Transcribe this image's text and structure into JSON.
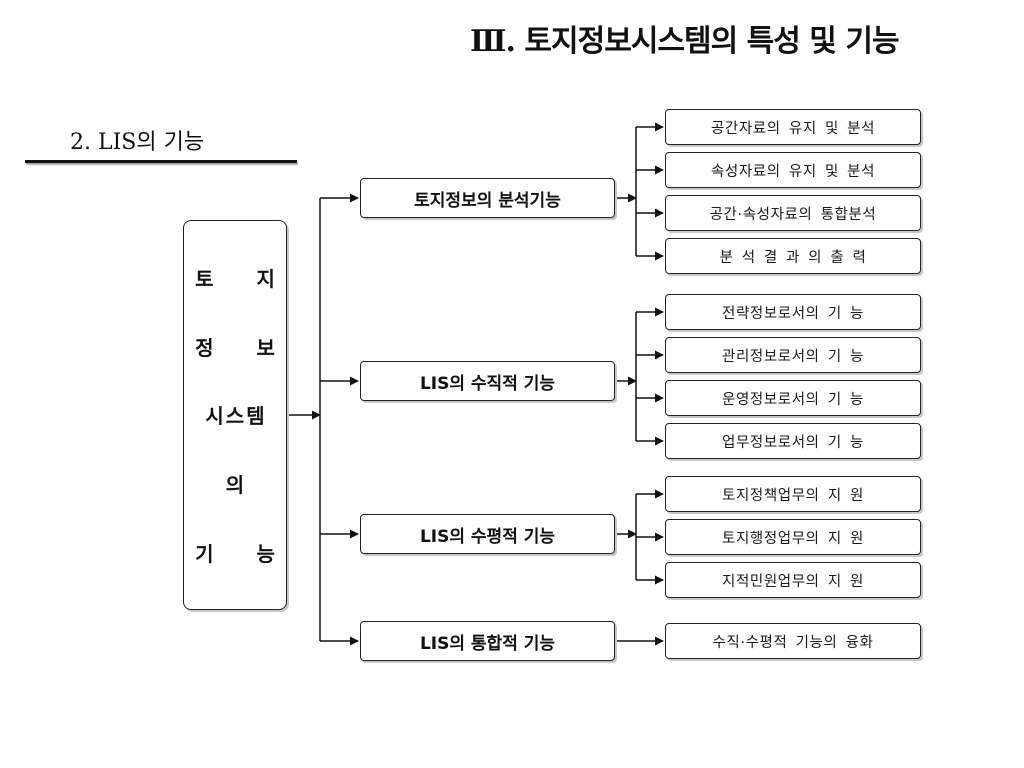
{
  "header": {
    "title": "Ⅲ. 토지정보시스템의 특성 및 기능",
    "section": "2.  LIS의 기능"
  },
  "root": {
    "lines": [
      "토 지",
      "정 보",
      "시스템",
      "의",
      "기 능"
    ]
  },
  "branches": [
    {
      "label": "토지정보의 분석기능",
      "items": [
        "공간자료의 유지 및 분석",
        "속성자료의 유지 및 분석",
        "공간·속성자료의 통합분석",
        "분 석 결 과 의  출 력"
      ]
    },
    {
      "label": "LIS의  수직적  기능",
      "items": [
        "전략정보로서의 기 능",
        "관리정보로서의 기 능",
        "운영정보로서의 기 능",
        "업무정보로서의 기 능"
      ]
    },
    {
      "label": "LIS의  수평적  기능",
      "items": [
        "토지정책업무의 지 원",
        "토지행정업무의 지 원",
        "지적민원업무의 지 원"
      ]
    },
    {
      "label": "LIS의  통합적  기능",
      "items": [
        "수직·수평적 기능의 융화"
      ]
    }
  ]
}
